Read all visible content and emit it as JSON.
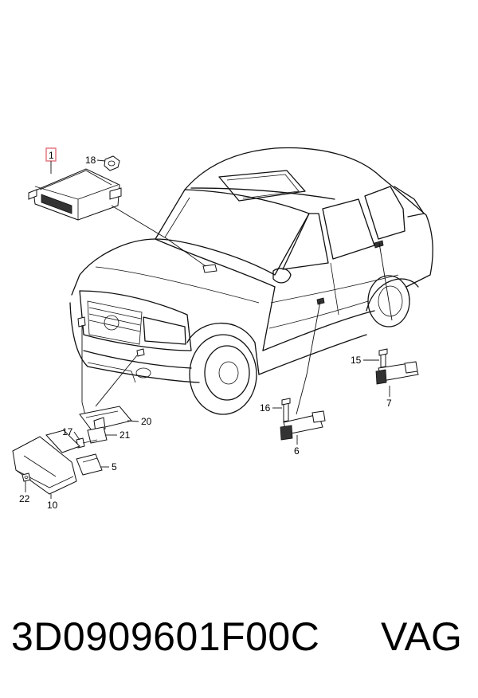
{
  "diagram": {
    "callouts": {
      "c1": "1",
      "c18": "18",
      "c15": "15",
      "c7": "7",
      "c16": "16",
      "c6": "6",
      "c20": "20",
      "c17": "17",
      "c21": "21",
      "c5": "5",
      "c22": "22",
      "c10": "10"
    },
    "highlight_color": "#e0707a"
  },
  "caption": {
    "part_number": "3D0909601F00C",
    "brand": "VAG"
  }
}
